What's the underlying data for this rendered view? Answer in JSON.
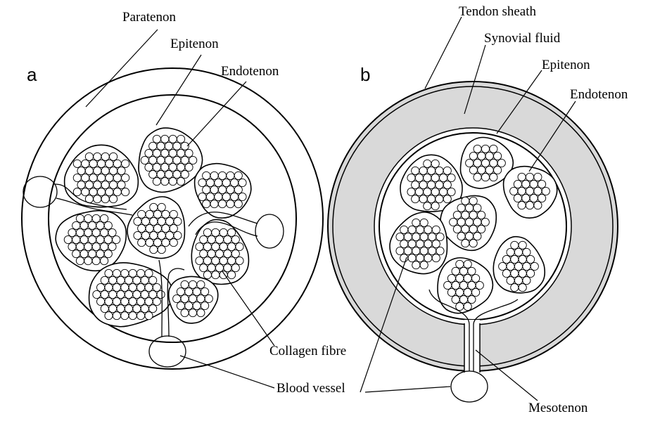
{
  "panels": [
    {
      "letter": "a",
      "labels": {
        "paratenon": "Paratenon",
        "epitenon": "Epitenon",
        "endotenon": "Endotenon",
        "collagen_fibre": "Collagen fibre",
        "blood_vessel": "Blood vessel"
      }
    },
    {
      "letter": "b",
      "labels": {
        "tendon_sheath": "Tendon sheath",
        "synovial_fluid": "Synovial fluid",
        "epitenon": "Epitenon",
        "endotenon": "Endotenon",
        "mesotenon": "Mesotenon"
      }
    }
  ],
  "colors": {
    "line": "#000000",
    "synovial_fluid_fill": "#d9d9d9",
    "background": "#ffffff"
  }
}
